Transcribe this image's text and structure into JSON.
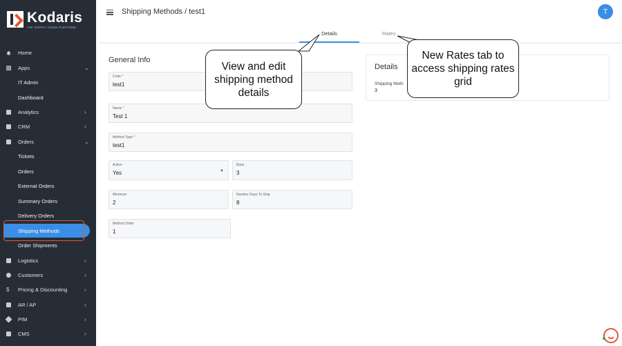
{
  "app": {
    "brand": "Kodaris",
    "tagline": "THE SUPPLY CHAIN PLATFORM"
  },
  "header": {
    "title": "Shipping Methods / test1",
    "avatar_initial": "T"
  },
  "sidebar": {
    "items": [
      {
        "label": "Home",
        "icon": "home-icon"
      },
      {
        "label": "Apps",
        "icon": "apps-grid-icon",
        "chevron": "⌄"
      },
      {
        "label": "IT Admin",
        "sub": true
      },
      {
        "label": "Dashboard",
        "sub": true
      },
      {
        "label": "Analytics",
        "icon": "analytics-icon",
        "chevron": "›"
      },
      {
        "label": "CRM",
        "icon": "crm-icon",
        "chevron": "›"
      },
      {
        "label": "Orders",
        "icon": "orders-icon",
        "chevron": "⌄"
      },
      {
        "label": "Tickets",
        "sub": true
      },
      {
        "label": "Orders",
        "sub": true
      },
      {
        "label": "External Orders",
        "sub": true
      },
      {
        "label": "Summary Orders",
        "sub": true
      },
      {
        "label": "Delivery Orders",
        "sub": true
      },
      {
        "label": "Shipping Methods",
        "sub": true,
        "active": true
      },
      {
        "label": "Order Shipments",
        "sub": true
      },
      {
        "label": "Logistics",
        "icon": "truck-icon",
        "chevron": "›"
      },
      {
        "label": "Customers",
        "icon": "customers-icon",
        "chevron": "›"
      },
      {
        "label": "Pricing & Discounting",
        "icon": "dollar-icon",
        "chevron": "›"
      },
      {
        "label": "AR / AP",
        "icon": "bank-icon",
        "chevron": "›"
      },
      {
        "label": "PIM",
        "icon": "tag-icon",
        "chevron": "›"
      },
      {
        "label": "CMS",
        "icon": "cms-icon",
        "chevron": "›"
      }
    ]
  },
  "tabs": {
    "details": "Details",
    "rates": "Rates"
  },
  "general_info": {
    "title": "General Info",
    "fields": {
      "code": {
        "label": "Code *",
        "value": "test1"
      },
      "name": {
        "label": "Name *",
        "value": "Test 1"
      },
      "method_type": {
        "label": "Method Type *",
        "value": "test1"
      },
      "active": {
        "label": "Active",
        "value": "Yes"
      },
      "base": {
        "label": "Base",
        "value": "3"
      },
      "minimum": {
        "label": "Minimum",
        "value": "2"
      },
      "days_to_ship": {
        "label": "Number Days To Ship",
        "value": "8"
      },
      "method_order": {
        "label": "Method Order",
        "value": "1"
      }
    }
  },
  "details_card": {
    "title": "Details",
    "label": "Shipping Meth",
    "value": "3"
  },
  "callouts": {
    "left": "View and edit shipping method details",
    "right": "New Rates tab to access shipping rates grid"
  },
  "colors": {
    "sidebar": "#272d36",
    "accent": "#3b8ee6",
    "highlight": "#e4572e"
  }
}
